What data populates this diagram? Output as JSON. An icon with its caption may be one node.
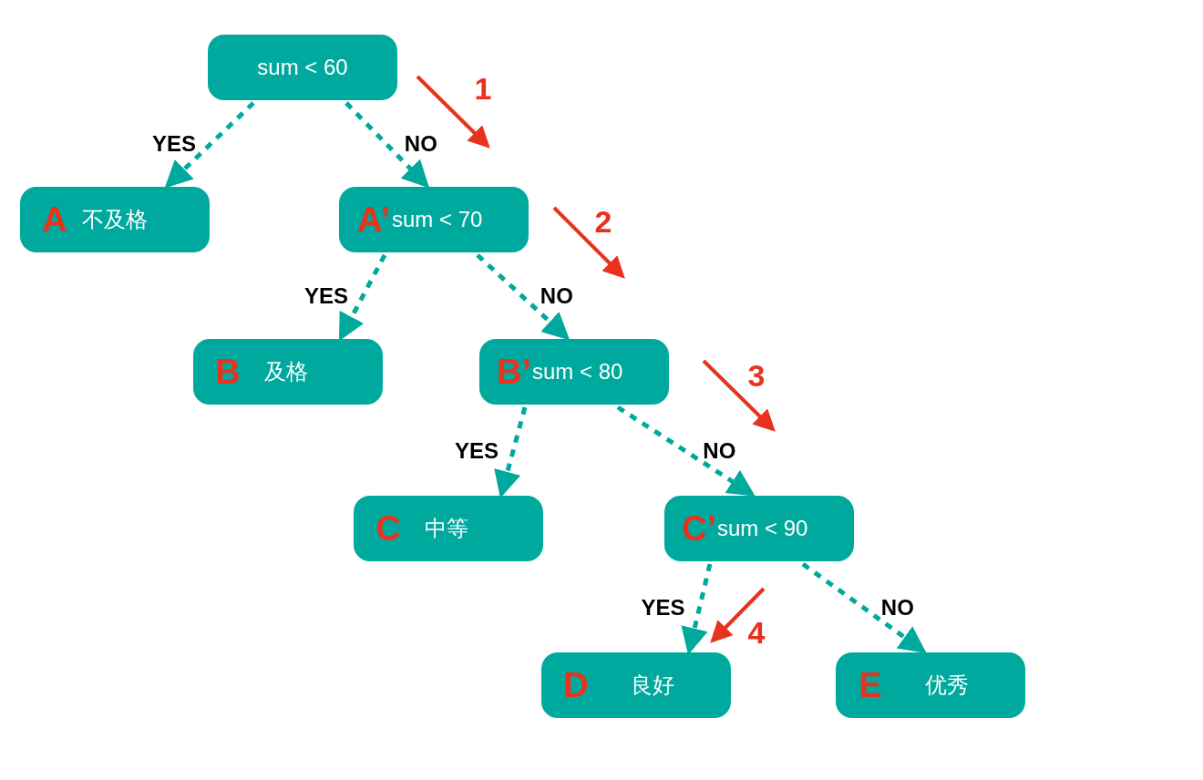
{
  "diagram": {
    "nodes": [
      {
        "text": [
          "sum < 60"
        ]
      },
      {
        "text": [
          "A",
          "不及格"
        ]
      },
      {
        "text": [
          "A’",
          "sum < 70"
        ]
      },
      {
        "text": [
          "B",
          "及格"
        ]
      },
      {
        "text": [
          "B’",
          "sum < 80"
        ]
      },
      {
        "text": [
          "C",
          "中等"
        ]
      },
      {
        "text": [
          "C’",
          "sum < 90"
        ]
      },
      {
        "text": [
          "D",
          "良好"
        ]
      },
      {
        "text": [
          "E",
          "优秀"
        ]
      }
    ],
    "edges": [
      {
        "from": 0,
        "to": 1,
        "arrow": "to",
        "label": "YES",
        "style": "dashed"
      },
      {
        "from": 0,
        "to": 2,
        "arrow": "to",
        "label": "NO",
        "style": "dashed"
      },
      {
        "from": 2,
        "to": 3,
        "arrow": "to",
        "label": "YES",
        "style": "dashed"
      },
      {
        "from": 2,
        "to": 4,
        "arrow": "to",
        "label": "NO",
        "style": "dashed"
      },
      {
        "from": 4,
        "to": 5,
        "arrow": "to",
        "label": "YES",
        "style": "dashed"
      },
      {
        "from": 4,
        "to": 6,
        "arrow": "to",
        "label": "NO",
        "style": "dashed"
      },
      {
        "from": 6,
        "to": 7,
        "arrow": "to",
        "label": "YES",
        "style": "dashed"
      },
      {
        "from": 6,
        "to": 8,
        "arrow": "to",
        "label": "NO",
        "style": "dashed"
      }
    ],
    "labels": [
      "1",
      "2",
      "3",
      "4"
    ]
  }
}
